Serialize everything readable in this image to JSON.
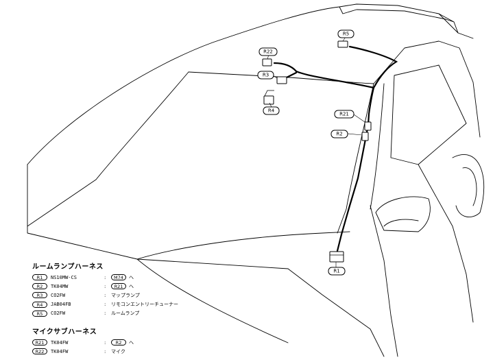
{
  "callouts": {
    "r5": "R5",
    "r22": "R22",
    "r3": "R3",
    "r4": "R4",
    "r21": "R21",
    "r2": "R2",
    "r1": "R1"
  },
  "room_lamp_harness": {
    "title": "ルームランプハーネス",
    "rows": [
      {
        "id": "R1",
        "code": "NS10MW-CS",
        "sep": ":",
        "target": "M74",
        "to": "へ"
      },
      {
        "id": "R2",
        "code": "TK04MW",
        "sep": ":",
        "target": "R21",
        "to": "へ"
      },
      {
        "id": "R3",
        "code": "CO2FW",
        "sep": ":",
        "desc": "マップランプ"
      },
      {
        "id": "R4",
        "code": "JAB04FB",
        "sep": ":",
        "desc": "リモコンエントリーチューナー"
      },
      {
        "id": "R5",
        "code": "CO2FW",
        "sep": ":",
        "desc": "ルームランプ"
      }
    ]
  },
  "mic_sub_harness": {
    "title": "マイクサブハーネス",
    "rows": [
      {
        "id": "R21",
        "code": "TK04FW",
        "sep": ":",
        "target": "R2",
        "to": "へ"
      },
      {
        "id": "R22",
        "code": "TK04FW",
        "sep": ":",
        "desc": "マイク"
      }
    ]
  }
}
